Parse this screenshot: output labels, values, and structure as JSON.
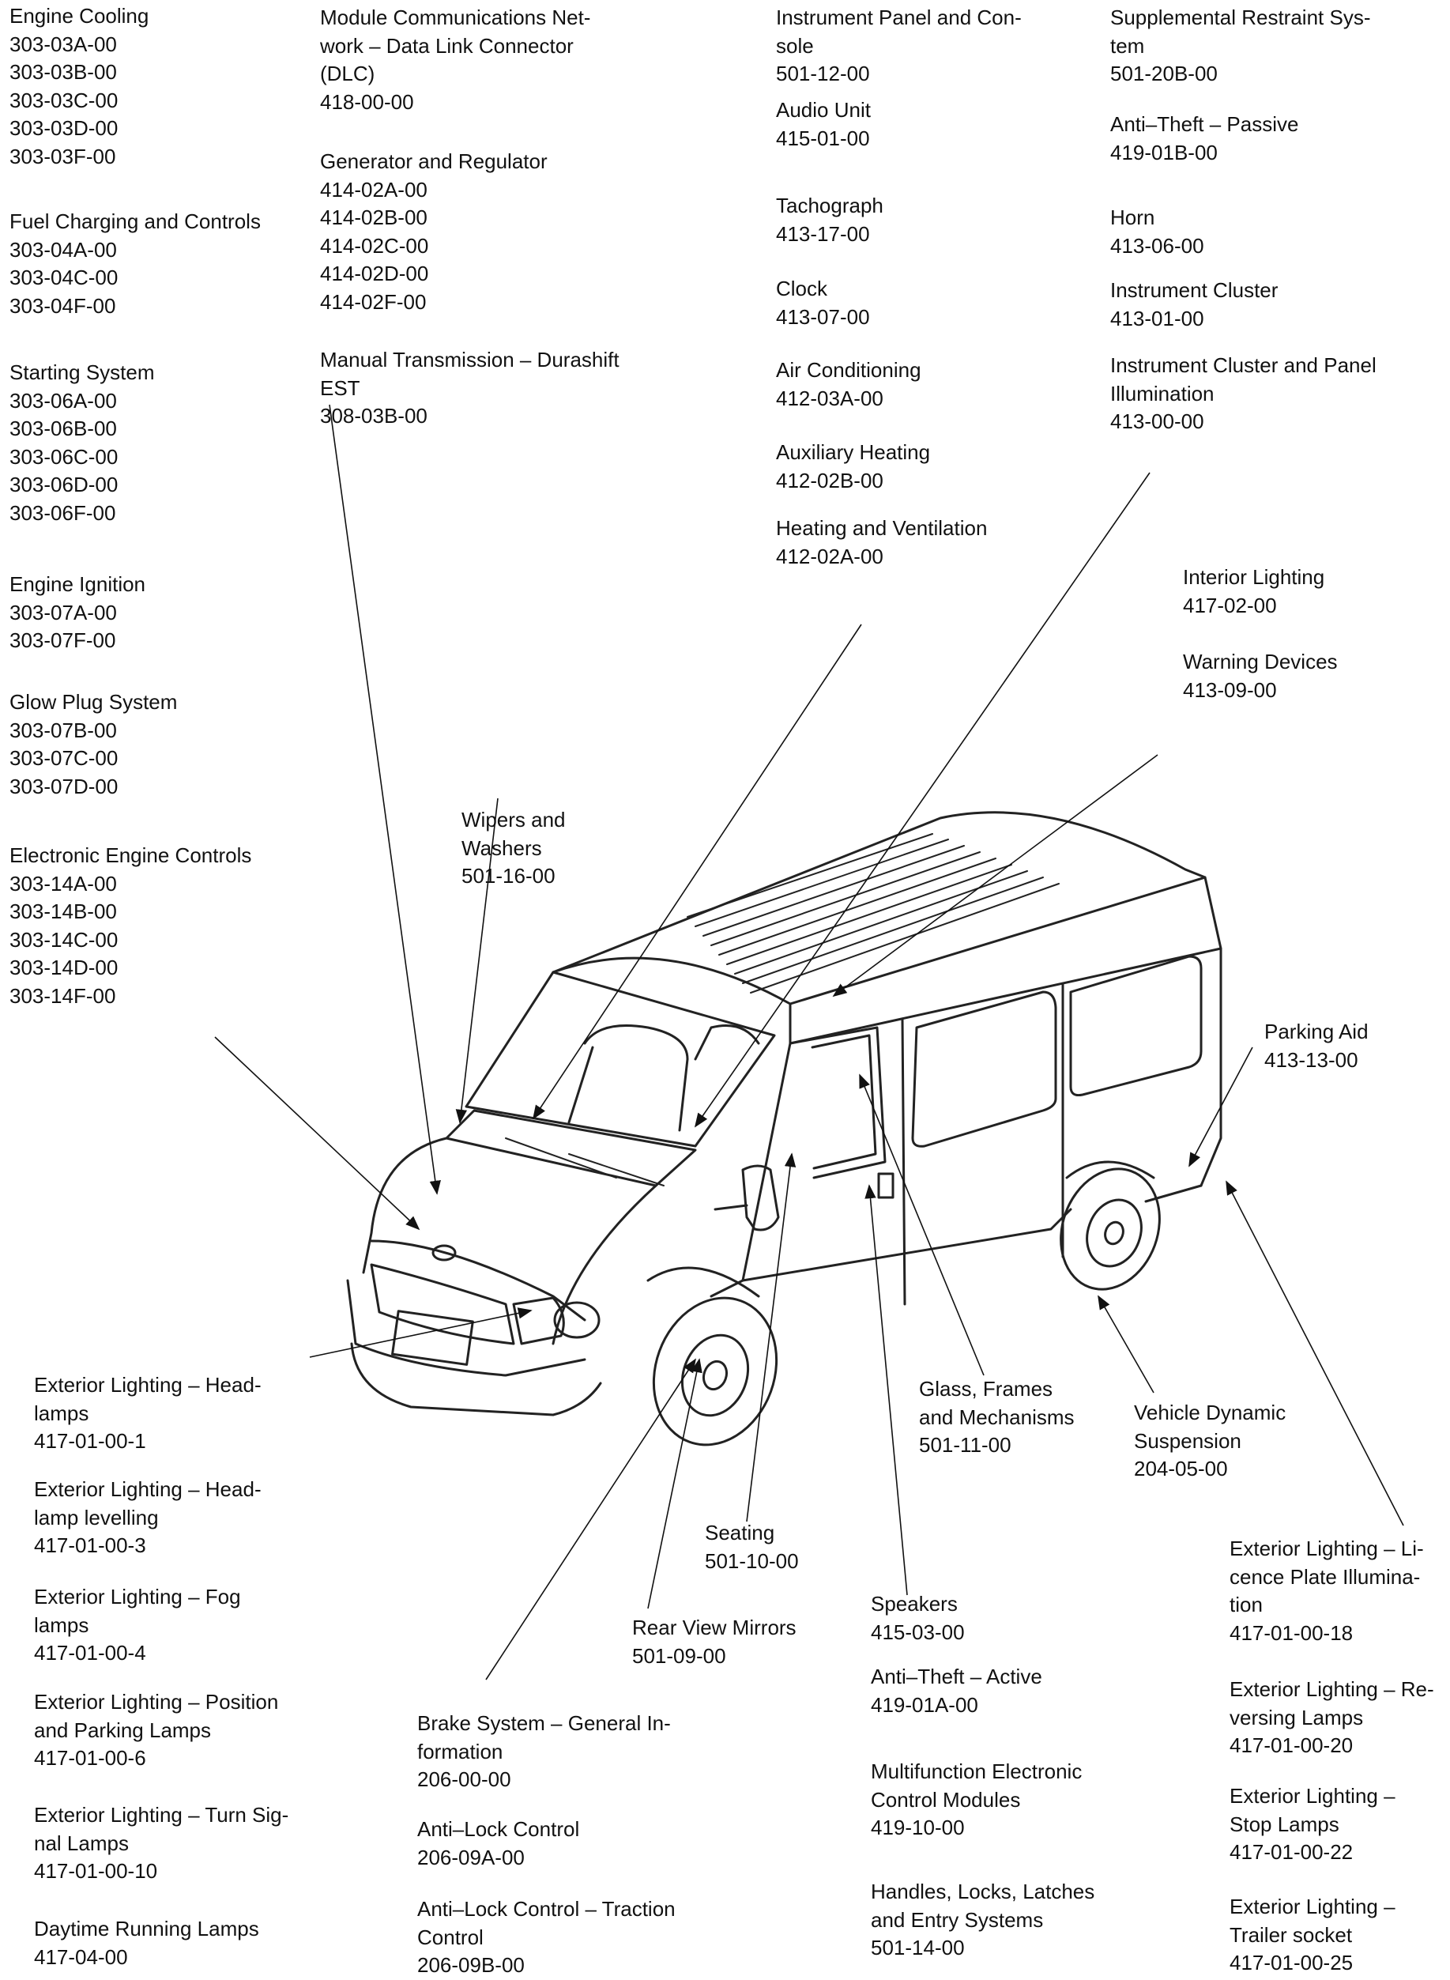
{
  "labels": {
    "engine_cooling": {
      "title": "Engine Cooling",
      "codes": [
        "303-03A-00",
        "303-03B-00",
        "303-03C-00",
        "303-03D-00",
        "303-03F-00"
      ]
    },
    "fuel_charging": {
      "title": "Fuel Charging and Controls",
      "codes": [
        "303-04A-00",
        "303-04C-00",
        "303-04F-00"
      ]
    },
    "starting_system": {
      "title": "Starting System",
      "codes": [
        "303-06A-00",
        "303-06B-00",
        "303-06C-00",
        "303-06D-00",
        "303-06F-00"
      ]
    },
    "engine_ignition": {
      "title": "Engine Ignition",
      "codes": [
        "303-07A-00",
        "303-07F-00"
      ]
    },
    "glow_plug": {
      "title": "Glow Plug System",
      "codes": [
        "303-07B-00",
        "303-07C-00",
        "303-07D-00"
      ]
    },
    "electronic_engine": {
      "title": "Electronic Engine Controls",
      "codes": [
        "303-14A-00",
        "303-14B-00",
        "303-14C-00",
        "303-14D-00",
        "303-14F-00"
      ]
    },
    "module_comm": {
      "lines": [
        "Module Communications Net-",
        "work – Data Link Connector",
        "(DLC)"
      ],
      "code": "418-00-00"
    },
    "generator": {
      "title": "Generator and Regulator",
      "codes": [
        "414-02A-00",
        "414-02B-00",
        "414-02C-00",
        "414-02D-00",
        "414-02F-00"
      ]
    },
    "manual_trans": {
      "lines": [
        "Manual Transmission – Durashift",
        "EST"
      ],
      "code": "308-03B-00"
    },
    "instrument_panel": {
      "lines": [
        "Instrument Panel and Con-",
        "sole"
      ],
      "code": "501-12-00"
    },
    "audio_unit": {
      "title": "Audio Unit",
      "code": "415-01-00"
    },
    "tachograph": {
      "title": "Tachograph",
      "code": "413-17-00"
    },
    "clock": {
      "title": "Clock",
      "code": "413-07-00"
    },
    "air_conditioning": {
      "title": "Air Conditioning",
      "code": "412-03A-00"
    },
    "aux_heating": {
      "title": "Auxiliary Heating",
      "code": "412-02B-00"
    },
    "heating_vent": {
      "title": "Heating and Ventilation",
      "code": "412-02A-00"
    },
    "srs": {
      "lines": [
        "Supplemental Restraint Sys-",
        "tem"
      ],
      "code": "501-20B-00"
    },
    "anti_theft_passive": {
      "title": "Anti–Theft – Passive",
      "code": "419-01B-00"
    },
    "horn": {
      "title": "Horn",
      "code": "413-06-00"
    },
    "instrument_cluster": {
      "title": "Instrument Cluster",
      "code": "413-01-00"
    },
    "cluster_illum": {
      "lines": [
        "Instrument Cluster and Panel",
        "Illumination"
      ],
      "code": "413-00-00"
    },
    "interior_lighting": {
      "title": "Interior Lighting",
      "code": "417-02-00"
    },
    "warning_devices": {
      "title": "Warning Devices",
      "code": "413-09-00"
    },
    "wipers": {
      "lines": [
        "Wipers and",
        "Washers"
      ],
      "code": "501-16-00"
    },
    "parking_aid": {
      "title": "Parking Aid",
      "code": "413-13-00"
    },
    "headlamps": {
      "lines": [
        "Exterior Lighting – Head-",
        "lamps"
      ],
      "code": "417-01-00-1"
    },
    "headlamp_levelling": {
      "lines": [
        "Exterior Lighting – Head-",
        "lamp levelling"
      ],
      "code": "417-01-00-3"
    },
    "fog_lamps": {
      "lines": [
        "Exterior Lighting – Fog",
        "lamps"
      ],
      "code": "417-01-00-4"
    },
    "position_lamps": {
      "lines": [
        "Exterior Lighting – Position",
        "and Parking Lamps"
      ],
      "code": "417-01-00-6"
    },
    "turn_signal": {
      "lines": [
        "Exterior Lighting – Turn Sig-",
        "nal Lamps"
      ],
      "code": "417-01-00-10"
    },
    "daytime_running": {
      "title": "Daytime Running Lamps",
      "code": "417-04-00"
    },
    "brake_system": {
      "lines": [
        "Brake System – General In-",
        "formation"
      ],
      "code": "206-00-00"
    },
    "anti_lock": {
      "title": "Anti–Lock Control",
      "code": "206-09A-00"
    },
    "anti_lock_traction": {
      "lines": [
        "Anti–Lock Control – Traction",
        "Control"
      ],
      "code": "206-09B-00"
    },
    "rear_view_mirrors": {
      "title": "Rear View Mirrors",
      "code": "501-09-00"
    },
    "seating": {
      "title": "Seating",
      "code": "501-10-00"
    },
    "speakers": {
      "title": "Speakers",
      "code": "415-03-00"
    },
    "anti_theft_active": {
      "title": "Anti–Theft – Active",
      "code": "419-01A-00"
    },
    "multifunction": {
      "lines": [
        "Multifunction Electronic",
        "Control Modules"
      ],
      "code": "419-10-00"
    },
    "handles_locks": {
      "lines": [
        "Handles, Locks, Latches",
        "and Entry Systems"
      ],
      "code": "501-14-00"
    },
    "glass_frames": {
      "lines": [
        "Glass, Frames",
        "and Mechanisms"
      ],
      "code": "501-11-00"
    },
    "vehicle_dynamic": {
      "lines": [
        "Vehicle Dynamic",
        "Suspension"
      ],
      "code": "204-05-00"
    },
    "licence_plate": {
      "lines": [
        "Exterior Lighting – Li-",
        "cence Plate Illumina-",
        "tion"
      ],
      "code": "417-01-00-18"
    },
    "reversing": {
      "lines": [
        "Exterior Lighting – Re-",
        "versing Lamps"
      ],
      "code": "417-01-00-20"
    },
    "stop_lamps": {
      "lines": [
        "Exterior Lighting –",
        "Stop Lamps"
      ],
      "code": "417-01-00-22"
    },
    "trailer_socket": {
      "lines": [
        "Exterior Lighting –",
        "Trailer socket"
      ],
      "code": "417-01-00-25"
    }
  }
}
